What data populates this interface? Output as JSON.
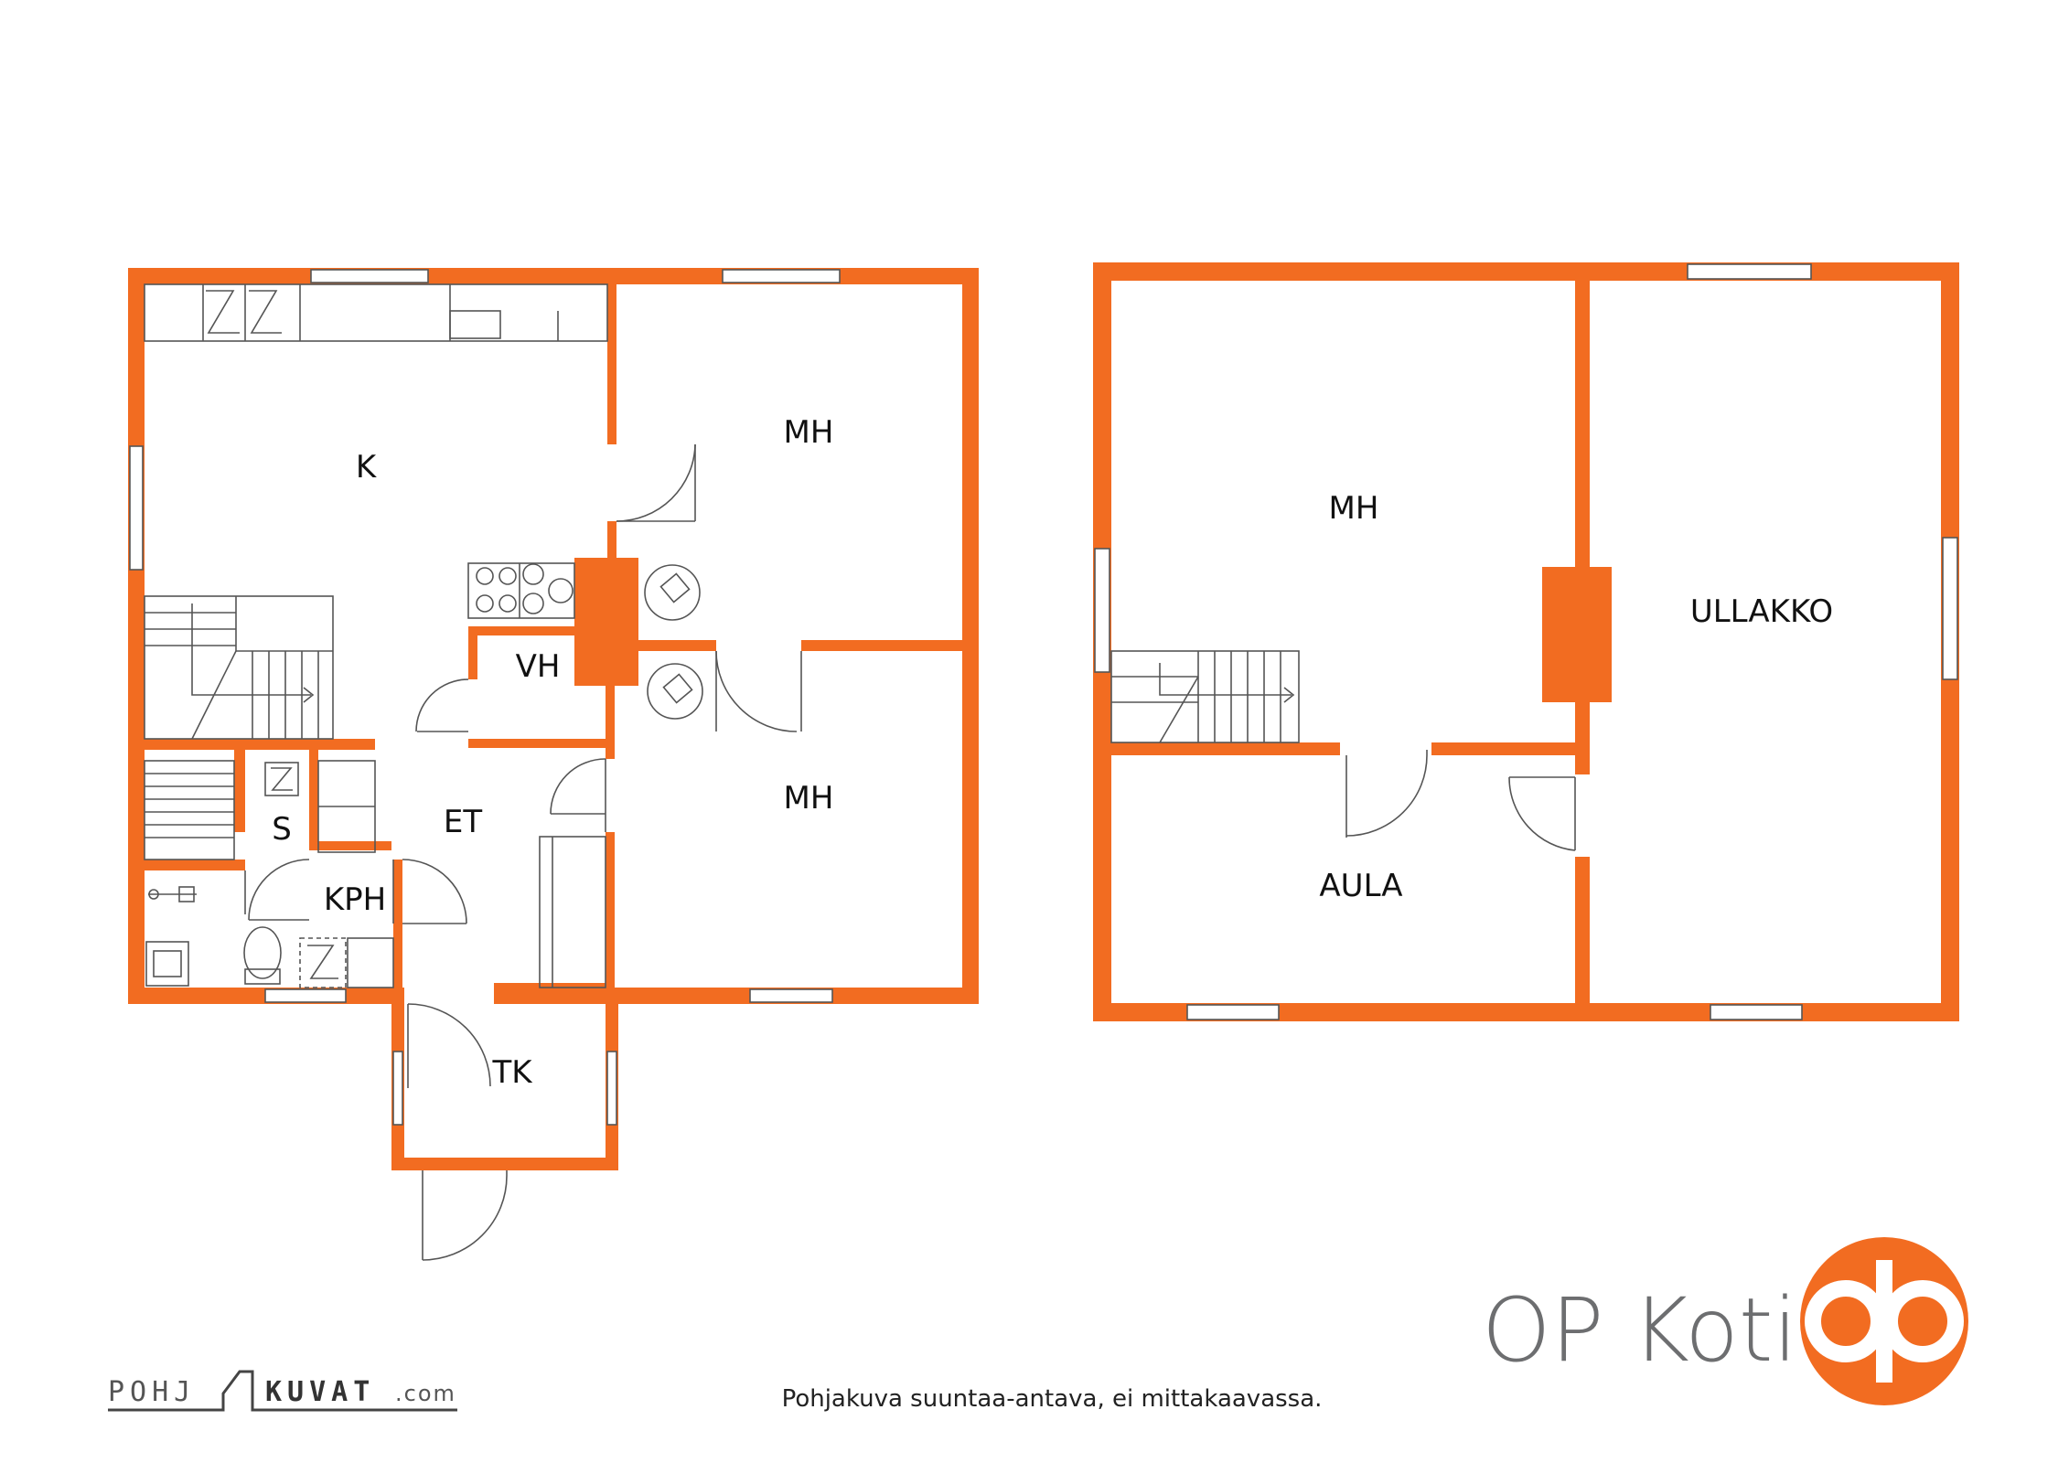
{
  "ground_floor": {
    "rooms": {
      "kitchen": "K",
      "bedroom_top": "MH",
      "bedroom_bottom": "MH",
      "wardrobe": "VH",
      "sauna": "S",
      "hall": "ET",
      "bathroom": "KPH",
      "porch": "TK"
    }
  },
  "upper_floor": {
    "rooms": {
      "bedroom": "MH",
      "attic": "ULLAKKO",
      "lobby": "AULA"
    }
  },
  "footer": {
    "disclaimer": "Pohjakuva suuntaa-antava, ei mittakaavassa.",
    "producer_left": "POHJ",
    "producer_right": "KUVAT",
    "producer_suffix": ".com"
  },
  "brand": {
    "name": "OP Koti",
    "logo_color": "#F26C21",
    "text_color": "#6d6e70"
  },
  "colors": {
    "wall": "#F26C21",
    "line": "#555555"
  }
}
